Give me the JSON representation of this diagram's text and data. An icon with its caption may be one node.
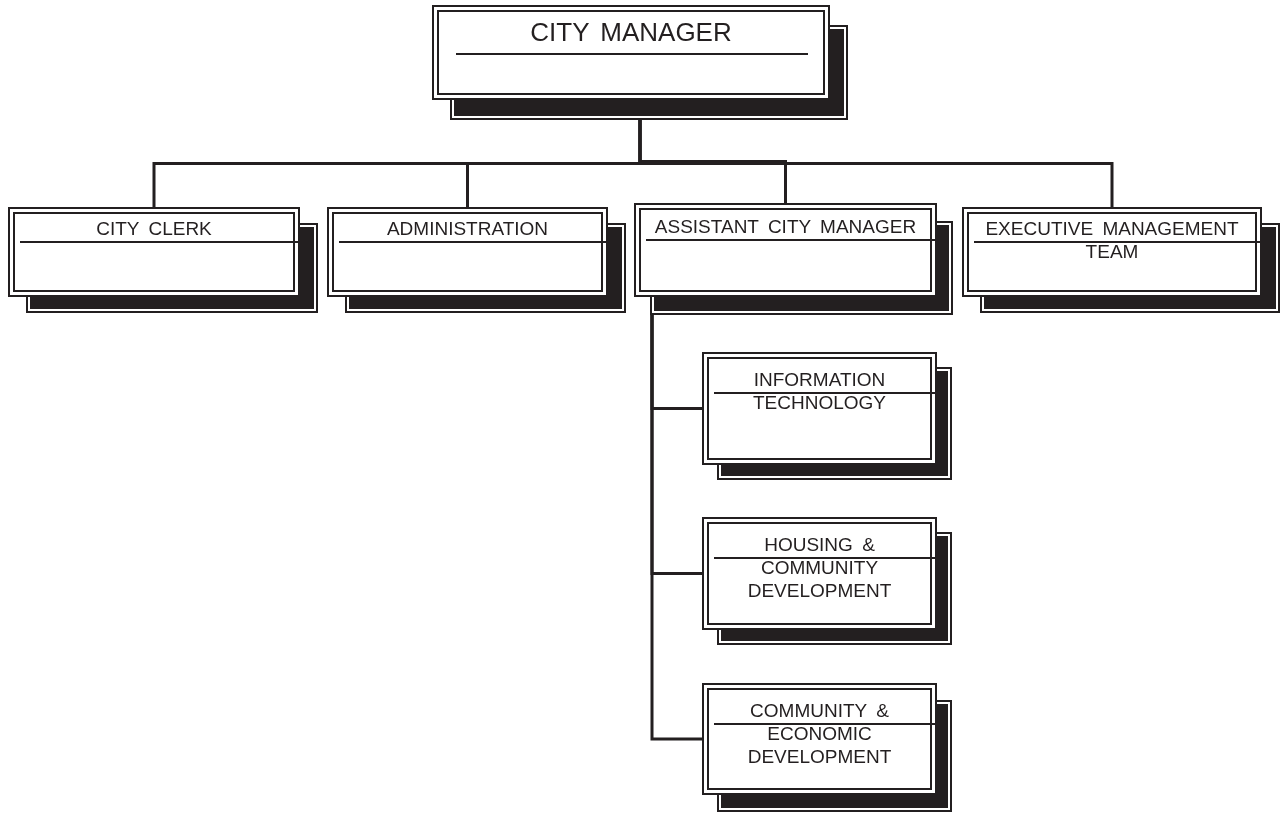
{
  "diagram": {
    "nodes": [
      {
        "text": [
          "CITY MANAGER"
        ]
      },
      {
        "text": [
          "CITY CLERK"
        ]
      },
      {
        "text": [
          "ADMINISTRATION"
        ]
      },
      {
        "text": [
          "ASSISTANT CITY MANAGER"
        ]
      },
      {
        "text": [
          "EXECUTIVE MANAGEMENT TEAM"
        ]
      },
      {
        "text": [
          "INFORMATION TECHNOLOGY"
        ]
      },
      {
        "text": [
          "HOUSING & COMMUNITY DEVELOPMENT"
        ]
      },
      {
        "text": [
          "COMMUNITY & ECONOMIC DEVELOPMENT"
        ]
      }
    ],
    "edges": [
      {
        "from": 0,
        "to": 1,
        "arrow": "none"
      },
      {
        "from": 0,
        "to": 2,
        "arrow": "none"
      },
      {
        "from": 0,
        "to": 3,
        "arrow": "none"
      },
      {
        "from": 0,
        "to": 4,
        "arrow": "none"
      },
      {
        "from": 3,
        "to": 5,
        "arrow": "none"
      },
      {
        "from": 3,
        "to": 6,
        "arrow": "none"
      },
      {
        "from": 3,
        "to": 7,
        "arrow": "none"
      }
    ]
  }
}
